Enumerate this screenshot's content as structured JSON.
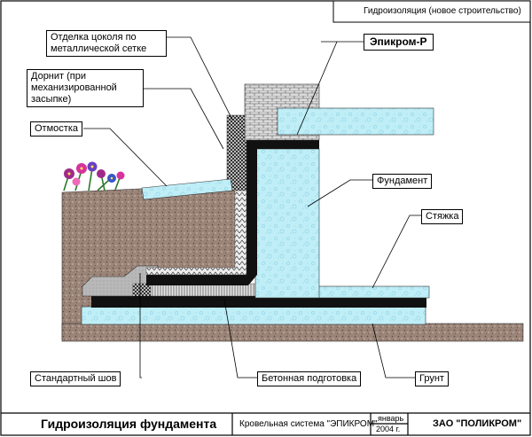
{
  "header": {
    "title": "Гидроизоляция (новое строительство)"
  },
  "labels": {
    "plinth_finish": "Отделка цоколя по металлической сетке",
    "epikrom": "Эпикром-Р",
    "dornit": "Дорнит (при механизированной засыпке)",
    "blind_area": "Отмостка",
    "foundation": "Фундамент",
    "screed": "Стяжка",
    "standard_seam": "Стандартный шов",
    "concrete_prep": "Бетонная подготовка",
    "soil": "Грунт"
  },
  "title_block": {
    "drawing_title": "Гидроизоляция фундамента",
    "system": "Кровельная система \"ЭПИКРОМ\"",
    "month": "январь",
    "year": "2004 г.",
    "company": "ЗАО \"ПОЛИКРОМ\""
  },
  "colors": {
    "concrete": "#bfeef7",
    "soil": "#9b8478",
    "membrane": "#111111",
    "brick": "#d9d9d9",
    "flowers": "#a02a8a"
  }
}
